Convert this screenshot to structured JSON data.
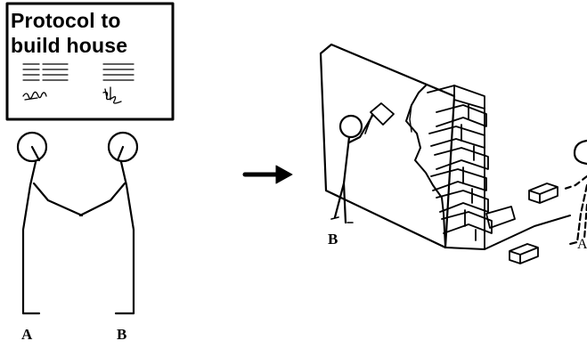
{
  "document": {
    "title_line1": "Protocol to",
    "title_line2": "build house"
  },
  "labels": {
    "left_person_a": "A",
    "left_person_b": "B",
    "builder_b": "B",
    "builder_a": "A"
  }
}
